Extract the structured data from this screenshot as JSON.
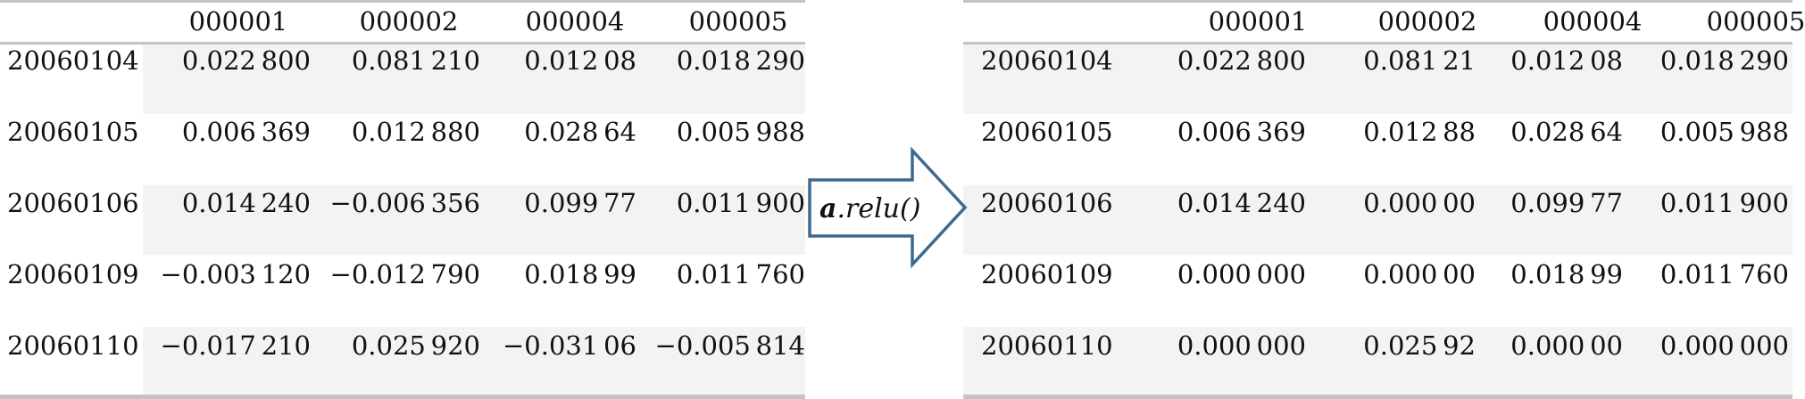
{
  "operation": {
    "var": "a",
    "func": ".relu()"
  },
  "left_table": {
    "columns": [
      "000001",
      "000002",
      "000004",
      "000005"
    ],
    "rows": [
      {
        "index": "20060104",
        "values": [
          "0.022 800",
          "0.081 210",
          "0.012 08",
          "0.018 290"
        ]
      },
      {
        "index": "20060105",
        "values": [
          "0.006 369",
          "0.012 880",
          "0.028 64",
          "0.005 988"
        ]
      },
      {
        "index": "20060106",
        "values": [
          "0.014 240",
          "−0.006 356",
          "0.099 77",
          "0.011 900"
        ]
      },
      {
        "index": "20060109",
        "values": [
          "−0.003 120",
          "−0.012 790",
          "0.018 99",
          "0.011 760"
        ]
      },
      {
        "index": "20060110",
        "values": [
          "−0.017 210",
          "0.025 920",
          "−0.031 06",
          "−0.005 814"
        ]
      }
    ]
  },
  "right_table": {
    "columns": [
      "000001",
      "000002",
      "000004",
      "000005"
    ],
    "rows": [
      {
        "index": "20060104",
        "values": [
          "0.022 800",
          "0.081 21",
          "0.012 08",
          "0.018 290"
        ]
      },
      {
        "index": "20060105",
        "values": [
          "0.006 369",
          "0.012 88",
          "0.028 64",
          "0.005 988"
        ]
      },
      {
        "index": "20060106",
        "values": [
          "0.014 240",
          "0.000 00",
          "0.099 77",
          "0.011 900"
        ]
      },
      {
        "index": "20060109",
        "values": [
          "0.000 000",
          "0.000 00",
          "0.018 99",
          "0.011 760"
        ]
      },
      {
        "index": "20060110",
        "values": [
          "0.000 000",
          "0.025 92",
          "0.000 00",
          "0.000 000"
        ]
      }
    ]
  },
  "colors": {
    "rule": "#c3c3c3",
    "stripe": "#f3f3f3",
    "arrow_stroke": "#3d6a91"
  }
}
